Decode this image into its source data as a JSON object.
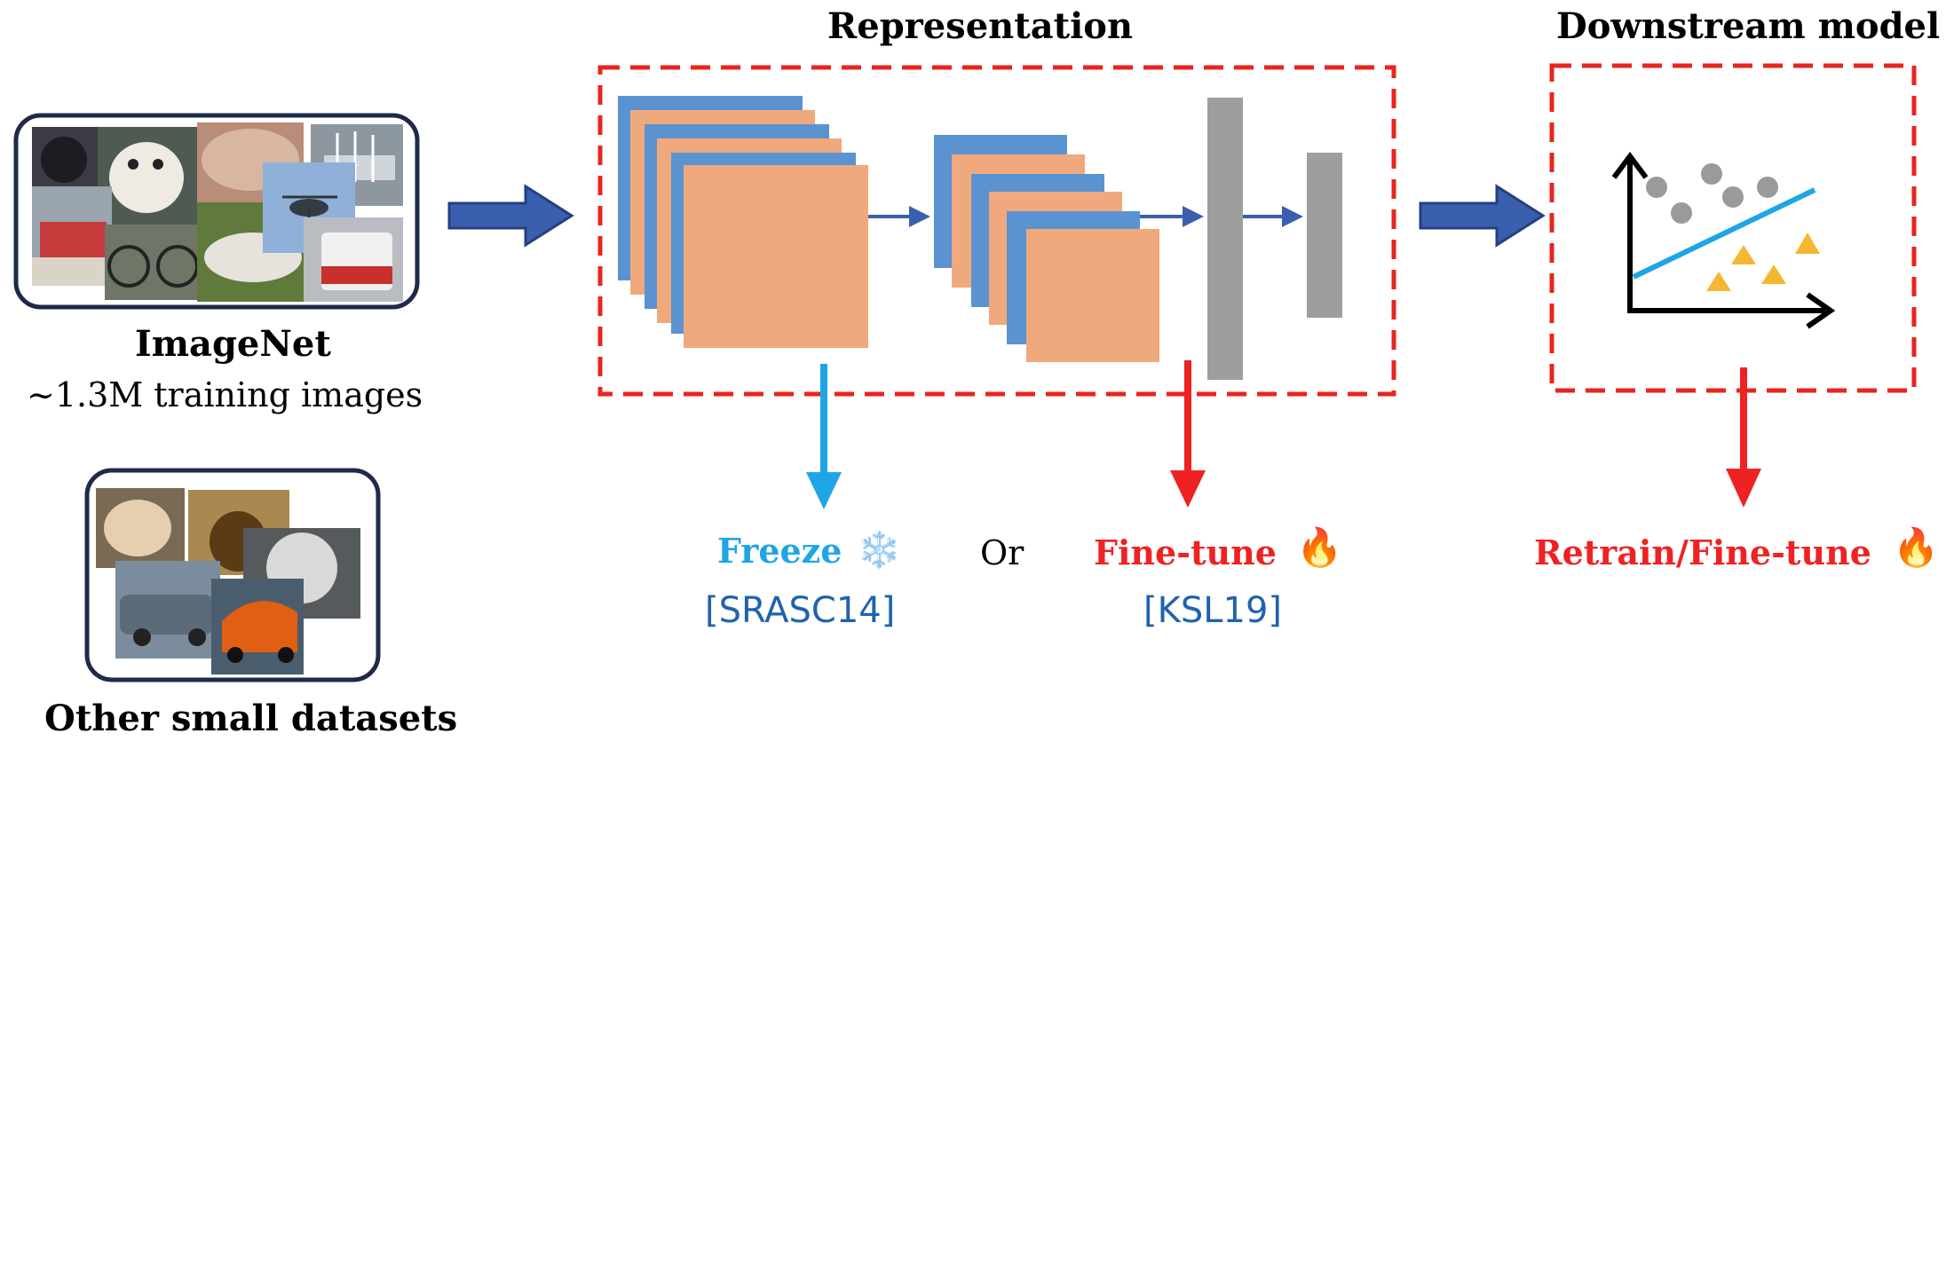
{
  "headings": {
    "representation": "Representation",
    "downstream": "Downstream model"
  },
  "datasets": {
    "imagenet_title": "ImageNet",
    "imagenet_subtitle": "~1.3M training images",
    "small_title": "Other small datasets"
  },
  "options": {
    "freeze_label": "Freeze",
    "freeze_emoji": "❄️",
    "freeze_cite": "[SRASC14]",
    "or_label": "Or",
    "finetune_label": "Fine-tune",
    "finetune_emoji": "🔥",
    "finetune_cite": "[KSL19]",
    "retrain_label": "Retrain/Fine-tune",
    "retrain_emoji": "🔥"
  },
  "colors": {
    "dashed_red": "#e8251f",
    "arrow_navy": "#3a5fae",
    "layer_blue": "#5b93d1",
    "layer_orange": "#f0a97d",
    "fc_gray": "#9e9e9e",
    "freeze_blue": "#1ea5e6",
    "finetune_red": "#ee2222",
    "citation_blue": "#1e63ae",
    "box_border_navy": "#1e2a4a",
    "triangle_yellow": "#f5b731",
    "fit_line_blue": "#1ea5e6"
  },
  "icons": {
    "imagenet_collage": "image-collage-icon",
    "small_collage": "image-collage-icon",
    "scatter_plot": "scatter-plot-icon",
    "snowflake": "snowflake-icon",
    "fire": "fire-icon"
  }
}
